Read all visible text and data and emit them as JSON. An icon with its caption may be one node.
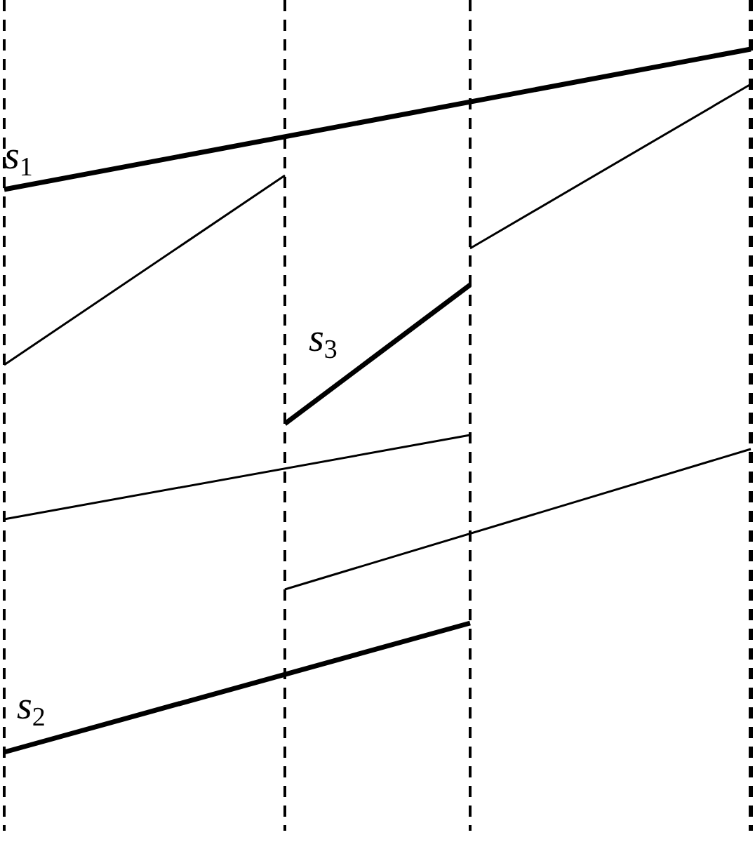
{
  "diagram": {
    "labels": [
      "*s*$_{1}$",
      "*s*$_{3}$",
      "*s*$_{2}$"
    ]
  }
}
